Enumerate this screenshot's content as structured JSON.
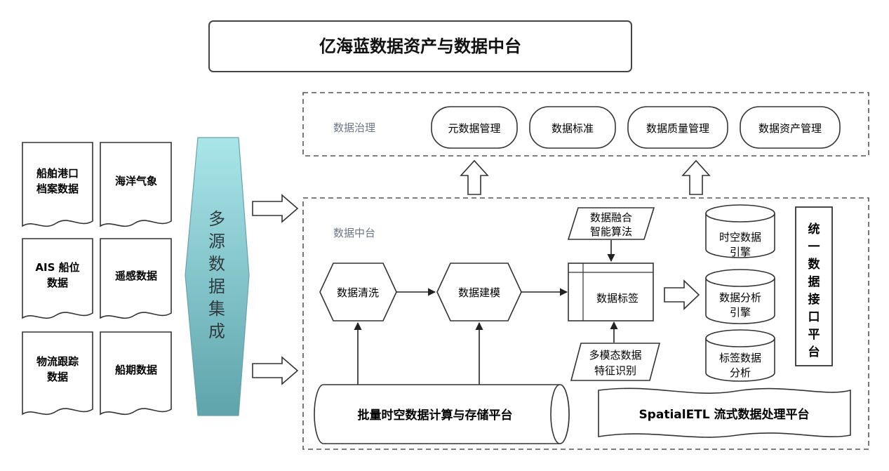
{
  "title": "亿海蓝数据资产与数据中台",
  "sources": [
    {
      "lines": [
        "船舶港口",
        "档案数据"
      ]
    },
    {
      "lines": [
        "海洋气象"
      ]
    },
    {
      "lines": [
        "AIS 船位",
        "数据"
      ]
    },
    {
      "lines": [
        "遥感数据"
      ]
    },
    {
      "lines": [
        "物流跟踪",
        "数据"
      ]
    },
    {
      "lines": [
        "船期数据"
      ]
    }
  ],
  "integration": [
    "多",
    "源",
    "数",
    "据",
    "集",
    "成"
  ],
  "governance": {
    "label": "数据治理",
    "items": [
      "元数据管理",
      "数据标准",
      "数据质量管理",
      "数据资产管理"
    ]
  },
  "middle": {
    "label": "数据中台",
    "clean": "数据清洗",
    "model": "数据建模",
    "tag": "数据标签",
    "fusion": [
      "数据融合",
      "智能算法"
    ],
    "multimodal": [
      "多模态数据",
      "特征识别"
    ],
    "engines": [
      [
        "时空数据",
        "引擎"
      ],
      [
        "数据分析",
        "引擎"
      ],
      [
        "标签数据",
        "分析"
      ]
    ],
    "unified": [
      "统",
      "一",
      "数",
      "据",
      "接",
      "口",
      "平",
      "台"
    ],
    "batch": "批量时空数据计算与存储平台",
    "etl": "SpatialETL 流式数据处理平台"
  },
  "colors": {
    "line": "#333333",
    "dash": "#555555",
    "label_gray": "#6b7785",
    "integration_top": "#a8e6e9",
    "integration_bottom": "#5fa4ab"
  }
}
